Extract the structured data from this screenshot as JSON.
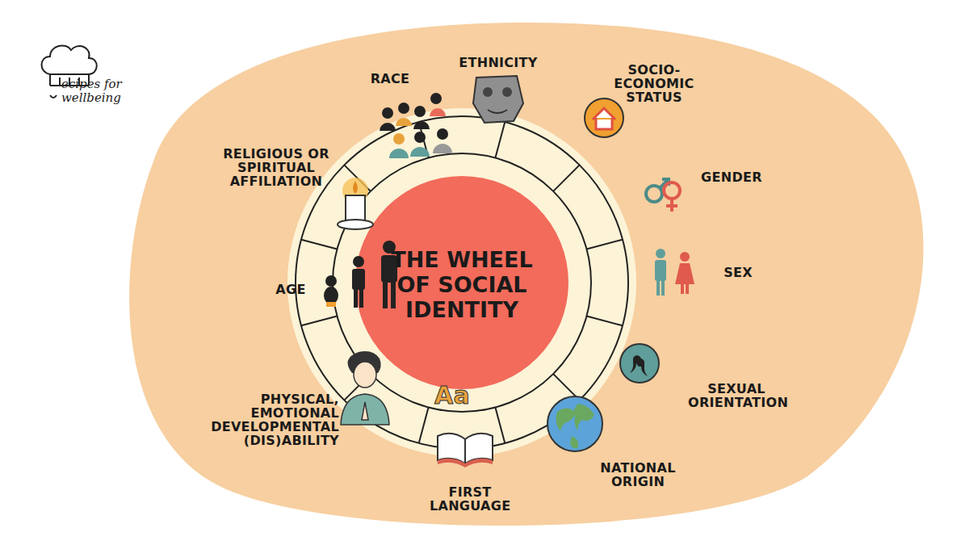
{
  "diagram": {
    "title": "THE WHEEL OF SOCIAL IDENTITY",
    "labels": [
      "ecipes for wellbeing",
      "RACE",
      "ETHNICITY",
      "SOCIO-ECONOMIC STATUS",
      "GENDER",
      "SEX",
      "SEXUAL ORIENTATION",
      "NATIONAL ORIGIN",
      "FIRST LANGUAGE",
      "PHYSICAL, EMOTIONAL DEVELOPMENTAL (DIS)ABILITY",
      "AGE",
      "RELIGIOUS OR SPIRITUAL AFFILIATION",
      "Aa"
    ]
  }
}
